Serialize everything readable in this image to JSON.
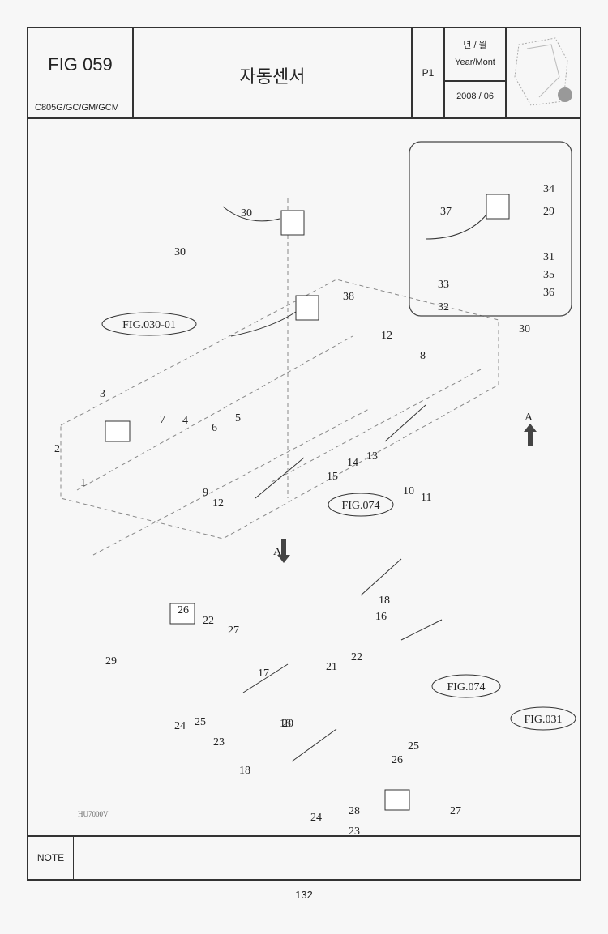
{
  "header": {
    "figure_number": "FIG 059",
    "model": "C805G/GC/GM/GCM",
    "title": "자동센서",
    "page_label": "P1",
    "date_label_korean": "년 / 월",
    "date_label_english": "Year/Mont",
    "date_value": "2008 / 06"
  },
  "diagram": {
    "references": [
      "FIG.030-01",
      "FIG.074",
      "FIG.074",
      "FIG.031"
    ],
    "view_markers": [
      "A",
      "A"
    ],
    "drawing_code": "HU7000V",
    "part_callouts_main": [
      "1",
      "2",
      "3",
      "4",
      "5",
      "6",
      "7",
      "8",
      "9",
      "10",
      "11",
      "12",
      "12",
      "13",
      "14",
      "15",
      "16",
      "17",
      "18",
      "18",
      "18",
      "19",
      "20",
      "21",
      "22",
      "22",
      "23",
      "23",
      "24",
      "24",
      "25",
      "25",
      "26",
      "26",
      "27",
      "27",
      "28",
      "29",
      "30",
      "30",
      "38"
    ],
    "part_callouts_inset": [
      "29",
      "30",
      "31",
      "32",
      "33",
      "34",
      "35",
      "36",
      "37"
    ]
  },
  "footer": {
    "note_label": "NOTE",
    "note_text": "",
    "page_number": "132"
  }
}
